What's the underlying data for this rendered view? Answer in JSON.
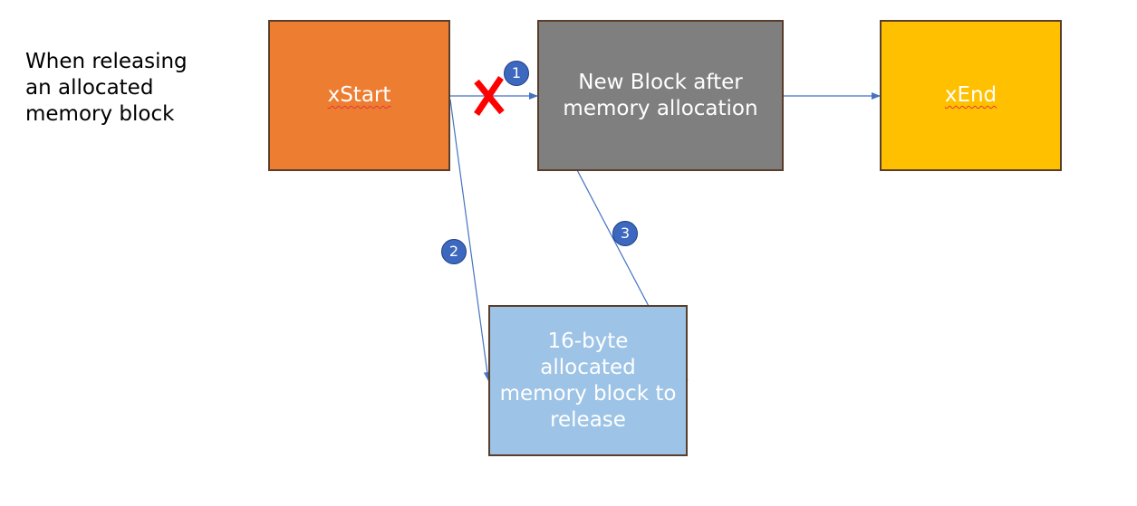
{
  "caption": {
    "lines": [
      "When releasing",
      "an allocated",
      "memory block"
    ]
  },
  "blocks": {
    "xstart": {
      "label": "xStart",
      "color": "#ED7D31"
    },
    "new_block": {
      "lines": [
        "New Block after",
        "memory allocation"
      ],
      "color": "#7F7F7F"
    },
    "xend": {
      "label": "xEnd",
      "color": "#FFC000"
    },
    "release_block": {
      "lines": [
        "16-byte",
        "allocated",
        "memory block to",
        "release"
      ],
      "color": "#9DC3E6"
    }
  },
  "steps": {
    "one": "1",
    "two": "2",
    "three": "3"
  },
  "colors": {
    "arrow": "#4472C4",
    "cross": "#FF0000",
    "badge": "#3D68BF",
    "box_border": "#5A3E2B"
  },
  "icons": {
    "removed_link": "x-cross-icon"
  }
}
